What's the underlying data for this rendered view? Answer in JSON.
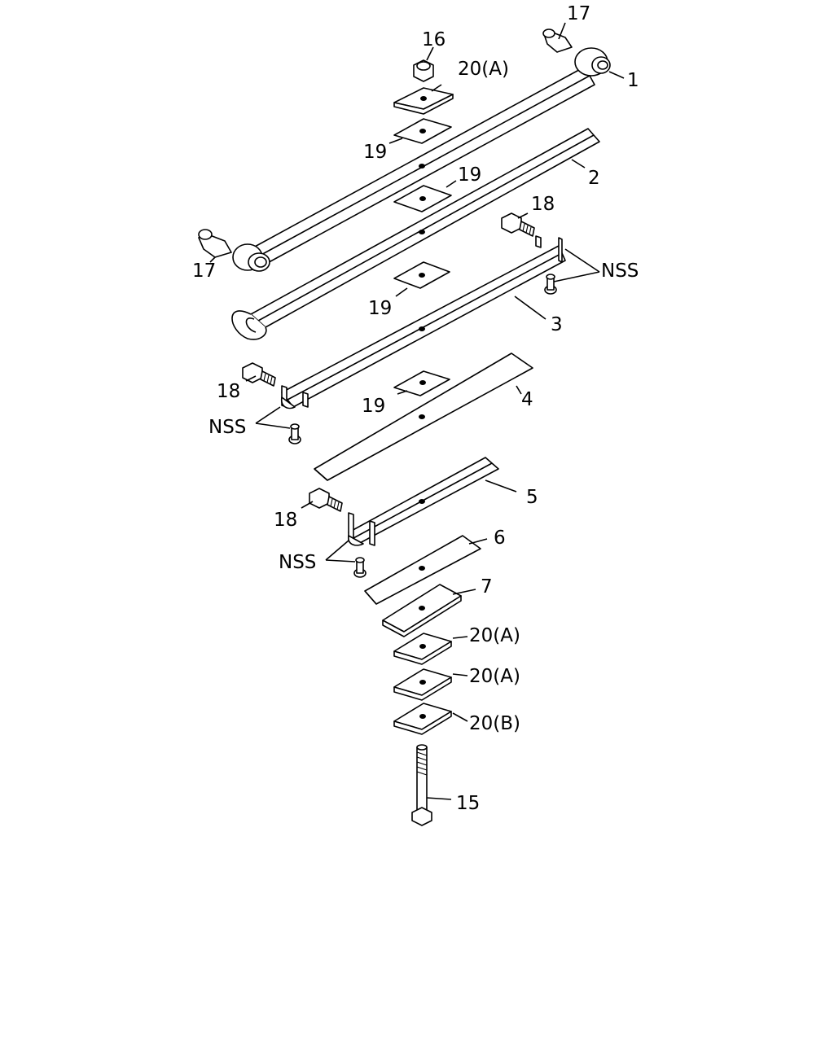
{
  "diagram": {
    "labels": {
      "p1": "1",
      "p2": "2",
      "p3": "3",
      "p4": "4",
      "p5": "5",
      "p6": "6",
      "p7": "7",
      "p15": "15",
      "p16": "16",
      "p17_top": "17",
      "p17_left": "17",
      "p18_top": "18",
      "p18_mid": "18",
      "p18_low": "18",
      "p19_a": "19",
      "p19_b": "19",
      "p19_c": "19",
      "p19_d": "19",
      "p20a_top": "20(A)",
      "p20a_1": "20(A)",
      "p20a_2": "20(A)",
      "p20b": "20(B)",
      "nss_top": "NSS",
      "nss_mid": "NSS",
      "nss_low": "NSS"
    }
  }
}
